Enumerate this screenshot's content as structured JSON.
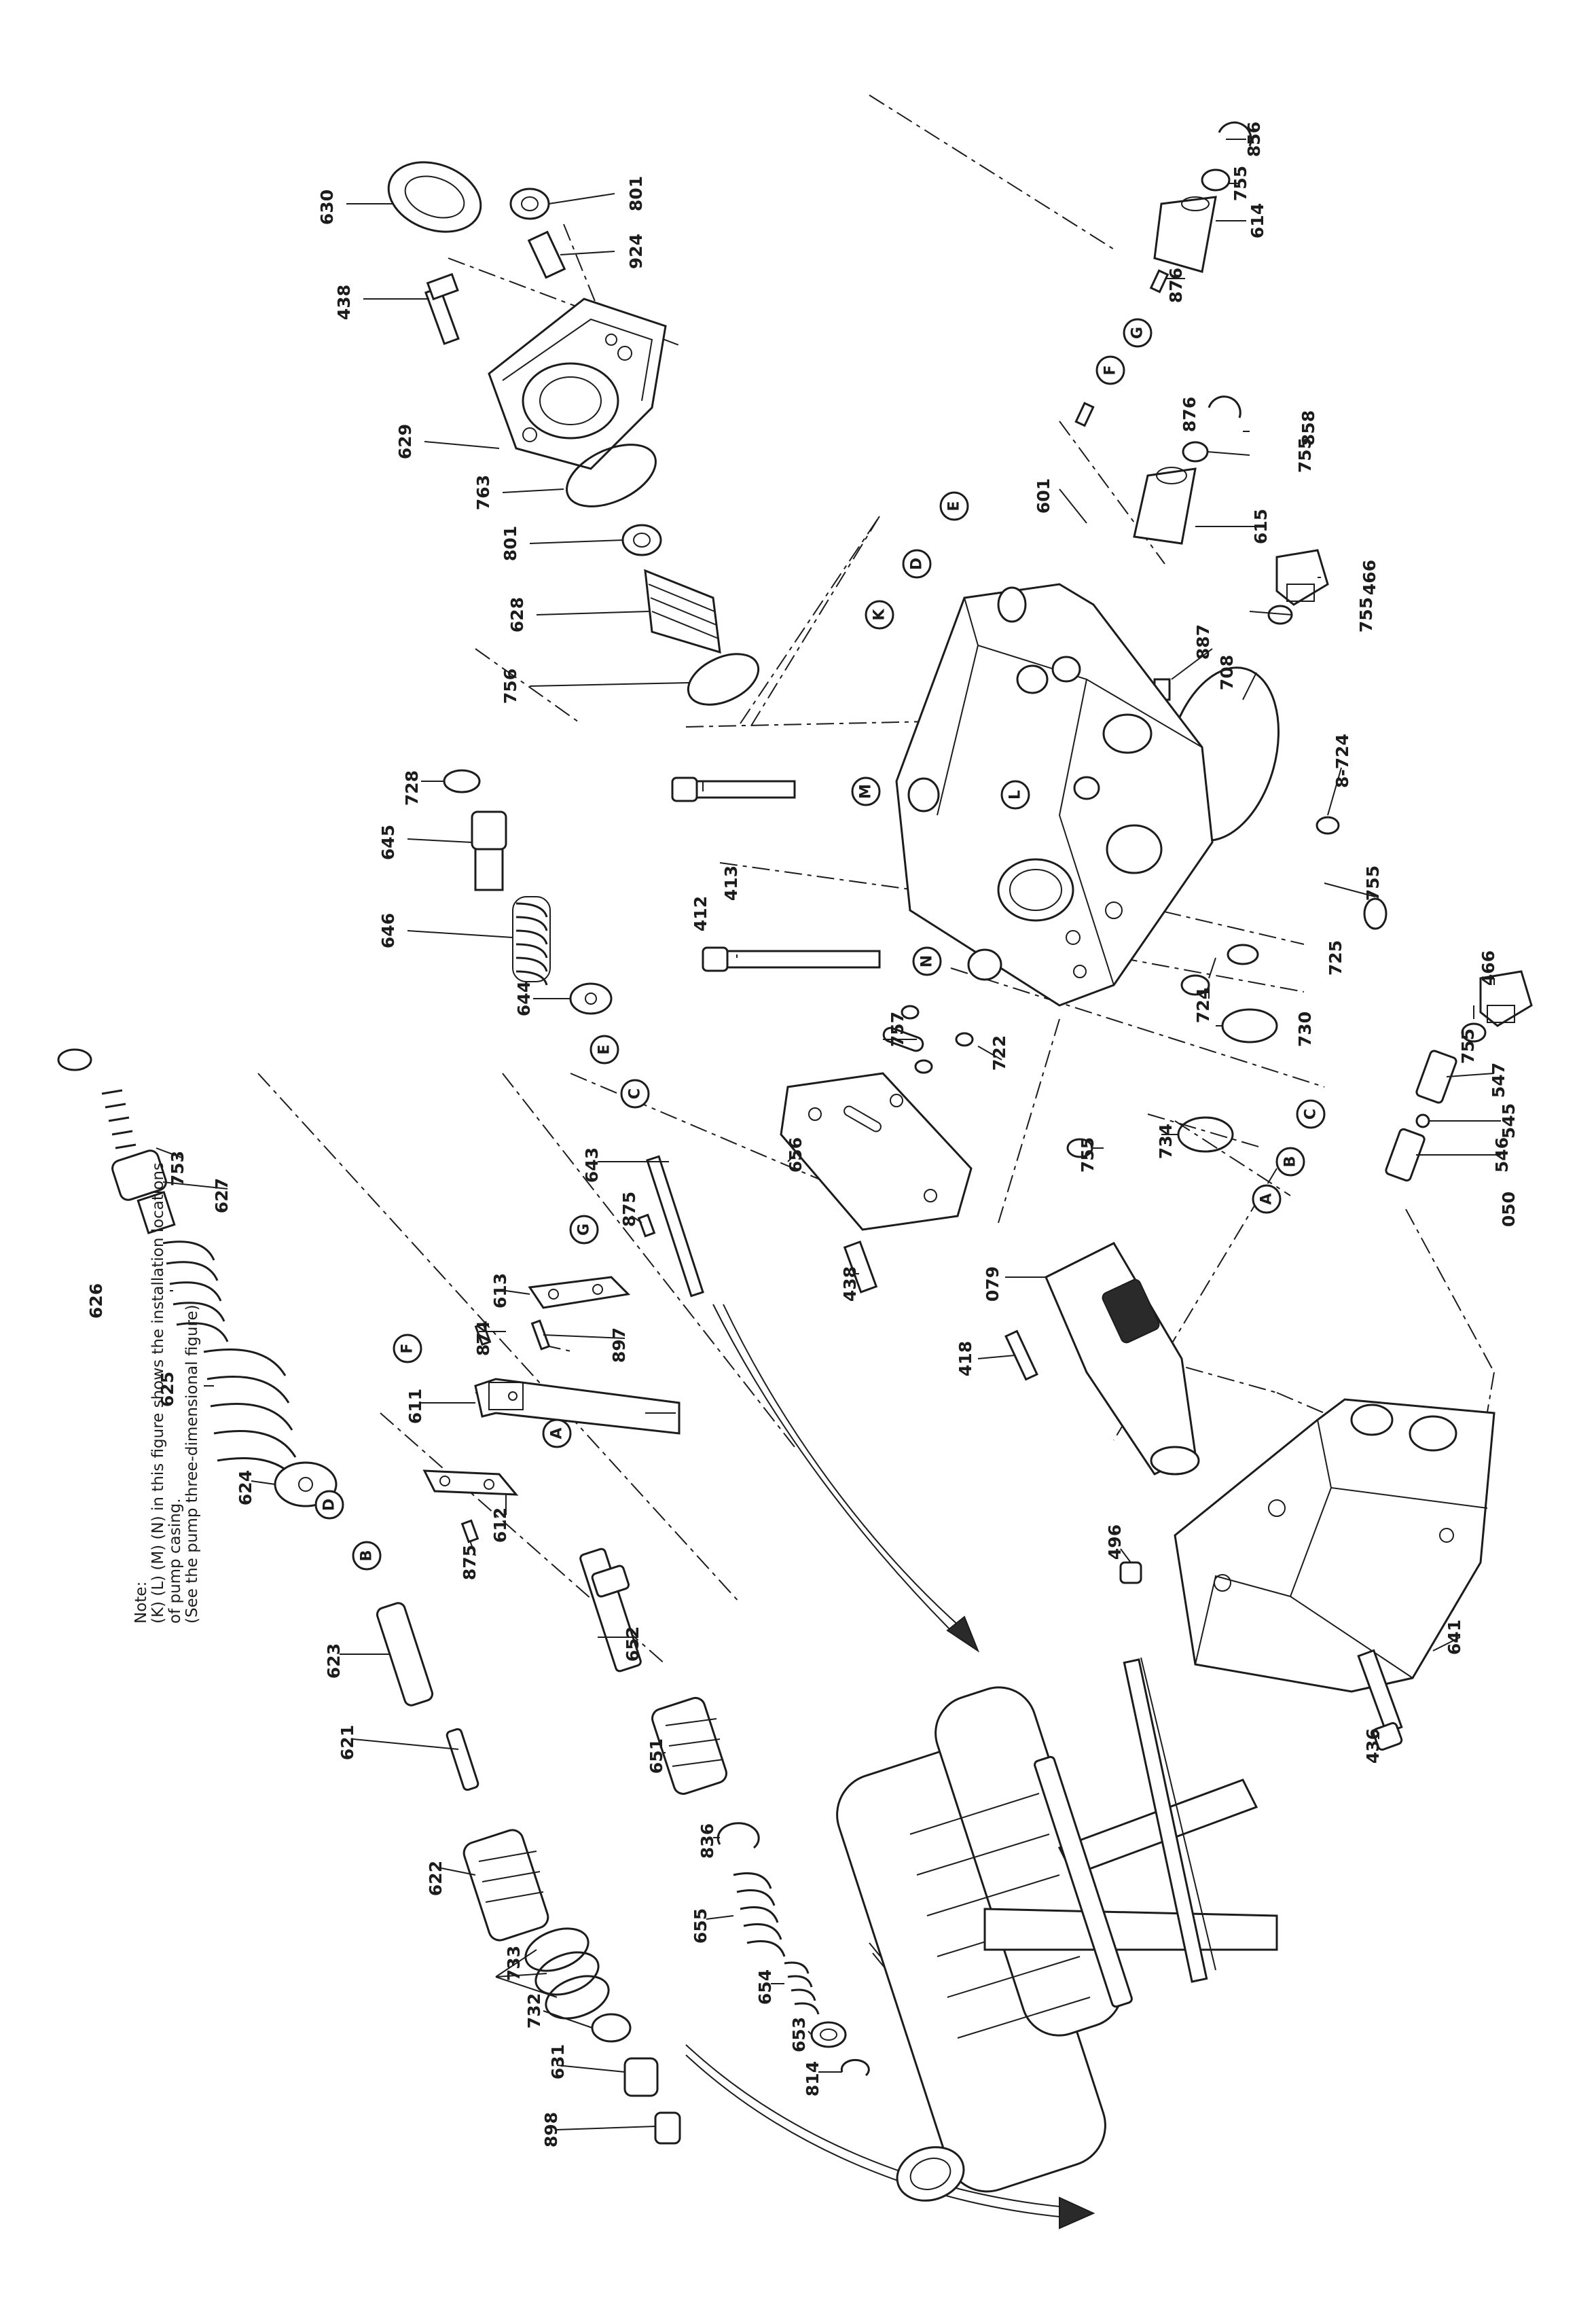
{
  "note": {
    "lines": [
      "Note:",
      "(K) (L) (M) (N) in this figure shows the installation locations",
      "of pump casing.",
      "(See the pump three-dimensional figure)"
    ]
  },
  "part_labels": [
    "630",
    "801",
    "924",
    "438",
    "629",
    "763",
    "801",
    "628",
    "756",
    "856",
    "755",
    "614",
    "876",
    "876",
    "858",
    "755",
    "615",
    "601",
    "466",
    "755",
    "887",
    "708",
    "8-724",
    "755",
    "725",
    "724",
    "730",
    "722",
    "757",
    "755",
    "734",
    "656",
    "438",
    "466",
    "755",
    "547",
    "545",
    "546",
    "050",
    "728",
    "645",
    "646",
    "644",
    "412",
    "413",
    "643",
    "875",
    "613",
    "874",
    "897",
    "611",
    "612",
    "875",
    "753",
    "627",
    "626",
    "625",
    "624",
    "623",
    "621",
    "622",
    "733",
    "732",
    "631",
    "898",
    "652",
    "651",
    "836",
    "655",
    "654",
    "653",
    "814",
    "079",
    "418",
    "496",
    "641",
    "436"
  ],
  "location_labels": [
    "E",
    "D",
    "K",
    "L",
    "M",
    "N",
    "F",
    "G",
    "E",
    "C",
    "G",
    "F",
    "A",
    "B",
    "D",
    "A",
    "B",
    "C"
  ],
  "svg_title": ""
}
